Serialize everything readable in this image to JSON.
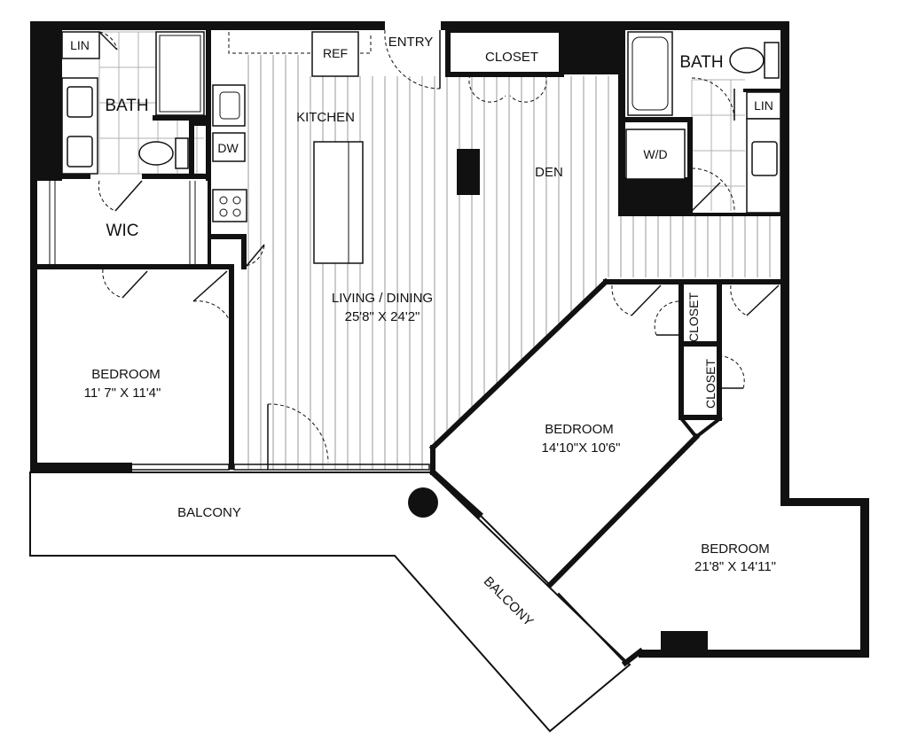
{
  "rooms": {
    "lin_left": "LIN",
    "bath_left": "BATH",
    "wic": "WIC",
    "bedroom_left": "BEDROOM",
    "bedroom_left_size": "11' 7\" X 11'4\"",
    "ref": "REF",
    "dw": "DW",
    "kitchen": "KITCHEN",
    "entry": "ENTRY",
    "closet_top": "CLOSET",
    "den": "DEN",
    "living": "LIVING / DINING",
    "living_size": "25'8\" X 24'2\"",
    "bath_right": "BATH",
    "lin_right": "LIN",
    "wd": "W/D",
    "closet_a": "CLOSET",
    "closet_b": "CLOSET",
    "bedroom_mid": "BEDROOM",
    "bedroom_mid_size": "14'10\"X 10'6\"",
    "bedroom_right": "BEDROOM",
    "bedroom_right_size": "21'8\" X 14'11\"",
    "balcony_left": "BALCONY",
    "balcony_diag": "BALCONY"
  }
}
